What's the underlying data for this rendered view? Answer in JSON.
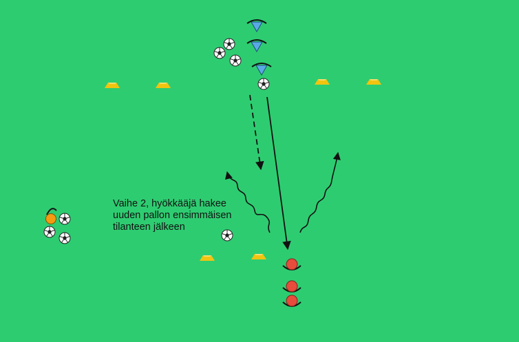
{
  "caption": {
    "lines": [
      "Vaihe 2, hyökkääjä hakee",
      "uuden pallon ensimmäisen",
      "tilanteen jälkeen"
    ]
  },
  "colors": {
    "pitch": "#2ecc71",
    "cone": "#f1c40f",
    "attacker": "#5aa9e6",
    "defender": "#e74c3c",
    "coach": "#f39c12",
    "arrow": "#111111"
  },
  "icons": {
    "cone": "cone-icon",
    "ball": "soccer-ball-icon",
    "attacker": "attacker-player-icon",
    "defender": "defender-player-icon",
    "coach": "server-player-icon"
  }
}
